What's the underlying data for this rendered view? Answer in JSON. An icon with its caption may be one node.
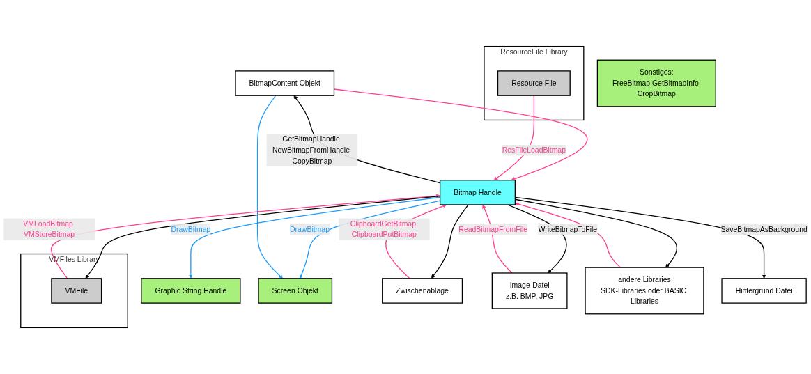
{
  "diagram": {
    "nodes": [
      {
        "text": [
          "Graphic String Handle"
        ]
      },
      {
        "text": [
          "Screen Objekt"
        ]
      },
      {
        "text": [
          "BitmapContent Objekt"
        ]
      },
      {
        "text": [
          "Sonstiges:",
          "FreeBitmap GetBitmapInfo CropBitmap"
        ]
      },
      {
        "text": [
          "Zwischenablage"
        ]
      },
      {
        "text": [
          "Bitmap Handle"
        ]
      },
      {
        "text": [
          "Image-Datei",
          "z.B. BMP, JPG"
        ]
      },
      {
        "text": [
          "ResourceFile Library"
        ]
      },
      {
        "text": [
          "Resource File"
        ],
        "in": 7
      },
      {
        "text": [
          "VMFiles Library"
        ]
      },
      {
        "text": [
          "VMFile"
        ],
        "in": 9
      },
      {
        "text": [
          "andere Libraries",
          "SDK-Libraries oder BASIC Libraries"
        ]
      },
      {
        "text": [
          "Hintergrund Datei"
        ]
      }
    ],
    "edges": [
      {
        "from": 5,
        "to": 0,
        "arrow": "to",
        "label": "DrawBitmap",
        "color": "#1a9bfc"
      },
      {
        "from": 5,
        "to": 1,
        "arrow": "to",
        "label": "DrawBitmap",
        "color": "#1a9bfc"
      },
      {
        "from": 2,
        "to": 1,
        "arrow": "to",
        "color": "#1a9bfc"
      },
      {
        "from": 2,
        "to": 5,
        "arrow": "to",
        "color": "#ff3c8e"
      },
      {
        "from": 5,
        "to": 2,
        "arrow": "to",
        "label": "GetBitmapHandle NewBitmapFromHandle CopyBitmap",
        "color": "#000000"
      },
      {
        "from": 5,
        "to": 4,
        "arrow": "to",
        "color": "#000000"
      },
      {
        "from": 4,
        "to": 5,
        "arrow": "to",
        "label": "ClipboardGetBitmap ClipboardPutBitmap",
        "color": "#ff3c8e"
      },
      {
        "from": 6,
        "to": 5,
        "arrow": "to",
        "label": "ReadBitmapFromFile",
        "color": "#ff3c8e"
      },
      {
        "from": 5,
        "to": 6,
        "arrow": "to",
        "label": "WriteBitmapToFile",
        "color": "#000000"
      },
      {
        "from": 8,
        "to": 5,
        "arrow": "to",
        "label": "ResFileLoadBitmap",
        "color": "#ff3c8e"
      },
      {
        "from": 10,
        "to": 5,
        "arrow": "to",
        "label": "VMLoadBitmap VMStoreBitmap",
        "color": "#ff3c8e"
      },
      {
        "from": 5,
        "to": 10,
        "arrow": "to",
        "color": "#000000"
      },
      {
        "from": 11,
        "to": 5,
        "arrow": "to",
        "color": "#ff3c8e"
      },
      {
        "from": 5,
        "to": 11,
        "arrow": "to",
        "color": "#000000"
      },
      {
        "from": 5,
        "to": 12,
        "arrow": "to",
        "label": "SaveBitmapAsBackground",
        "color": "#000000"
      }
    ]
  }
}
